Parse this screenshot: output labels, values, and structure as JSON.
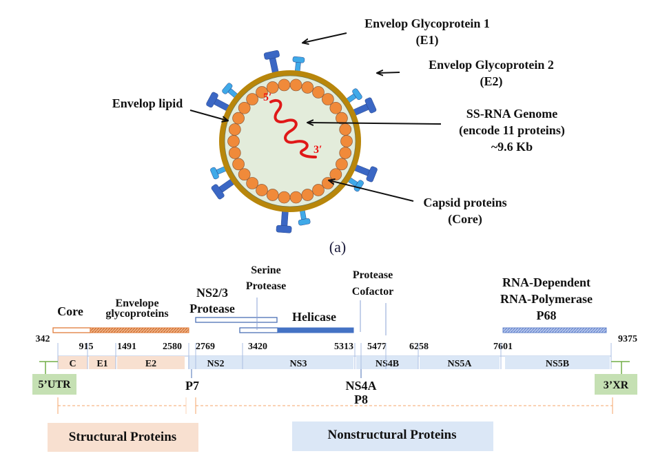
{
  "figure": {
    "panel_label": "(a)",
    "virion": {
      "labels": {
        "e1_line1": "Envelop Glycoprotein 1",
        "e1_line2": "(E1)",
        "e2_line1": "Envelop Glycoprotein 2",
        "e2_line2": "(E2)",
        "lipid": "Envelop lipid",
        "rna_line1": "SS-RNA Genome",
        "rna_line2": "(encode 11 proteins)",
        "rna_line3": "~9.6 Kb",
        "capsid_line1": "Capsid proteins",
        "capsid_line2": "(Core)",
        "five_prime": "5′",
        "three_prime": "3′"
      },
      "colors": {
        "lipid": "#b8860b",
        "interior": "#e3ecdb",
        "capsid": "#f08a3a",
        "e1": "#3fa9e8",
        "e2": "#3b67c4",
        "rna": "#e01818"
      }
    },
    "genome": {
      "function_labels": {
        "core": "Core",
        "envelope_line1": "Envelope",
        "envelope_line2": "glycoproteins",
        "ns23_line1": "NS2/3",
        "ns23_line2": "Protease",
        "serine_line1": "Serine",
        "serine_line2": "Protease",
        "helicase": "Helicase",
        "cofactor_line1": "Protease",
        "cofactor_line2": "Cofactor",
        "rdrp_line1": "RNA-Dependent",
        "rdrp_line2": "RNA-Polymerase",
        "rdrp_line3": "P68"
      },
      "positions": [
        "342",
        "915",
        "1491",
        "2580",
        "2769",
        "3420",
        "5313",
        "5477",
        "6258",
        "7601",
        "9375"
      ],
      "segments": [
        "C",
        "E1",
        "E2",
        "NS2",
        "NS3",
        "NS4B",
        "NS5A",
        "NS5B"
      ],
      "below_labels": {
        "p7": "P7",
        "ns4a": "NS4A",
        "p8": "P8"
      },
      "utr5": "5’UTR",
      "utr3": "3’XR",
      "groups": {
        "structural": "Structural Proteins",
        "nonstructural": "Nonstructural Proteins"
      },
      "colors": {
        "structural_fill": "#f8e0d0",
        "nonstructural_fill": "#dbe7f6",
        "utr_fill": "#c5e0b3",
        "utr_line": "#70ad47",
        "core_bar": "#e07b39",
        "helicase_bar": "#4472c4",
        "outline_blue": "#4a6fb5",
        "dash": "#f4a46a"
      }
    }
  }
}
